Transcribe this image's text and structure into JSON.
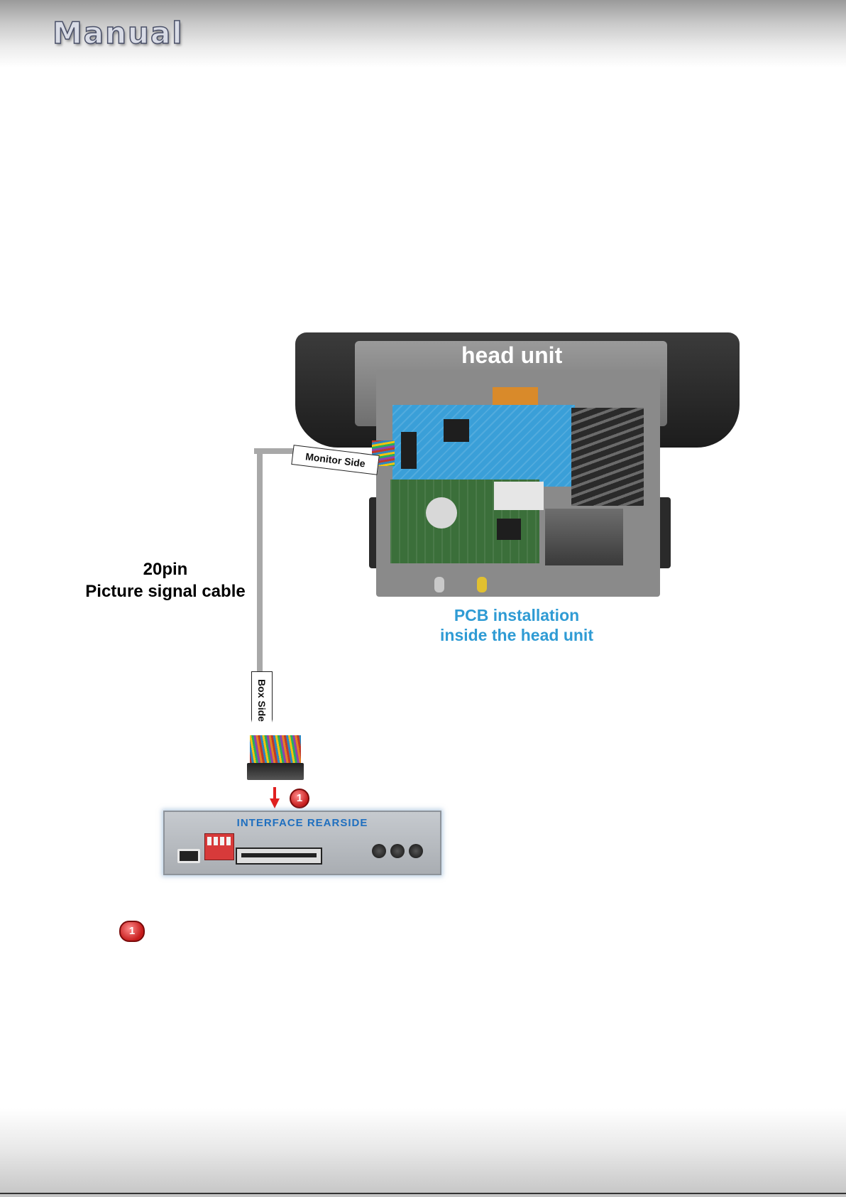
{
  "header": {
    "title": "Manual"
  },
  "diagram": {
    "head_unit_label": "head unit",
    "monitor_side_label": "Monitor Side",
    "box_side_label": "Box Side",
    "cable_label_line1": "20pin",
    "cable_label_line2": "Picture signal cable",
    "pcb_label_line1": "PCB installation",
    "pcb_label_line2": "inside the head unit",
    "step_number": "1",
    "interface_label": "INTERFACE REARSIDE"
  },
  "legend": {
    "step_number": "1"
  }
}
